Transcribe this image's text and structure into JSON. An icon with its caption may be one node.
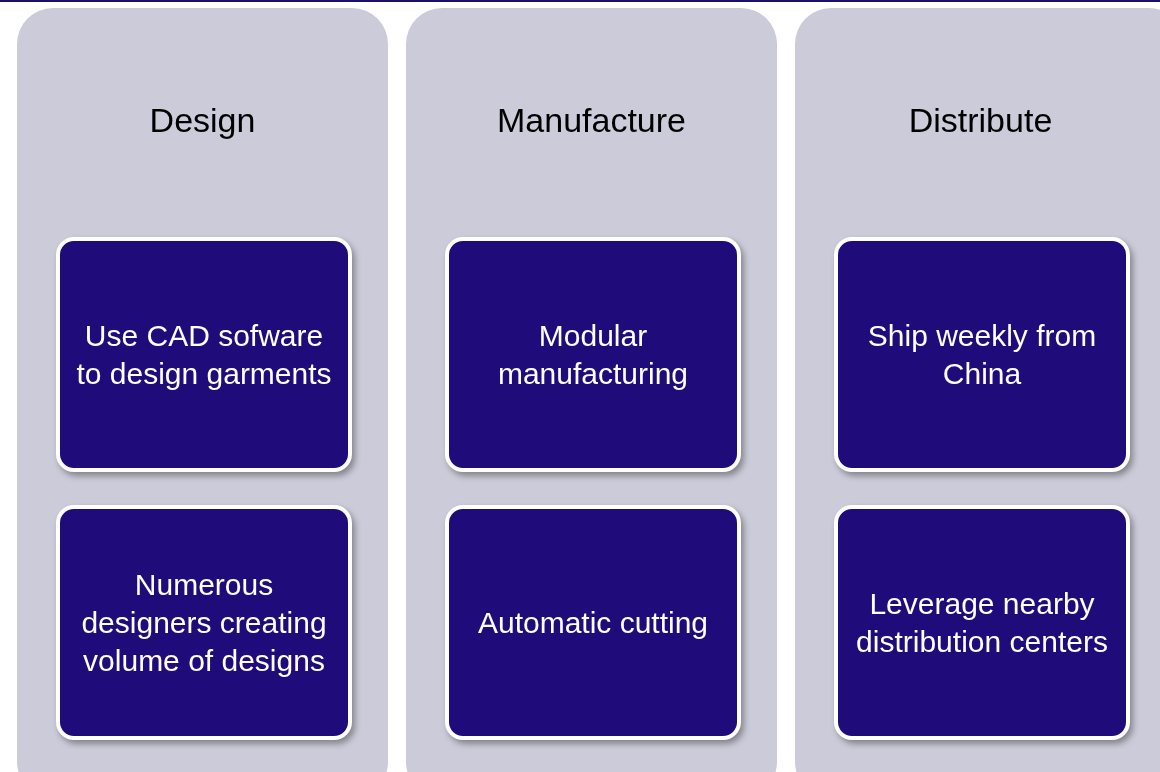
{
  "diagram": {
    "nodes": [
      {
        "text": [
          "Design"
        ]
      },
      {
        "text": [
          "Use CAD sofware to design garments"
        ],
        "in": 0
      },
      {
        "text": [
          "Numerous designers creating volume of designs"
        ],
        "in": 0
      },
      {
        "text": [
          "Manufacture"
        ]
      },
      {
        "text": [
          "Modular manufacturing"
        ],
        "in": 3
      },
      {
        "text": [
          "Automatic cutting"
        ],
        "in": 3
      },
      {
        "text": [
          "Distribute"
        ]
      },
      {
        "text": [
          "Ship weekly from China"
        ],
        "in": 6
      },
      {
        "text": [
          "Leverage nearby distribution centers"
        ],
        "in": 6
      }
    ]
  }
}
